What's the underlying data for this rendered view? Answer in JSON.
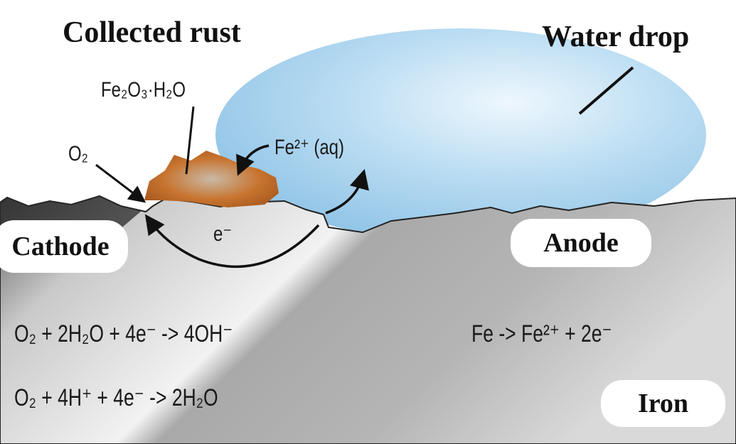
{
  "titles": {
    "collected_rust": "Collected rust",
    "water_drop": "Water drop"
  },
  "labels": {
    "rust_formula": "Fe₂O₃·H₂O",
    "oxygen": "O₂",
    "iron_ion": "Fe²⁺ (aq)",
    "electron": "e⁻",
    "cathode": "Cathode",
    "anode": "Anode",
    "iron": "Iron"
  },
  "equations": {
    "cathode_1": "O₂ + 2H₂O + 4e⁻ -> 4OH⁻",
    "cathode_2": "O₂ + 4H⁺ + 4e⁻ -> 2H₂O",
    "anode": "Fe -> Fe²⁺ + 2e⁻"
  },
  "colors": {
    "water": "#a9d4ef",
    "rust": "#c8742f",
    "metal": "#b8b8b8"
  }
}
